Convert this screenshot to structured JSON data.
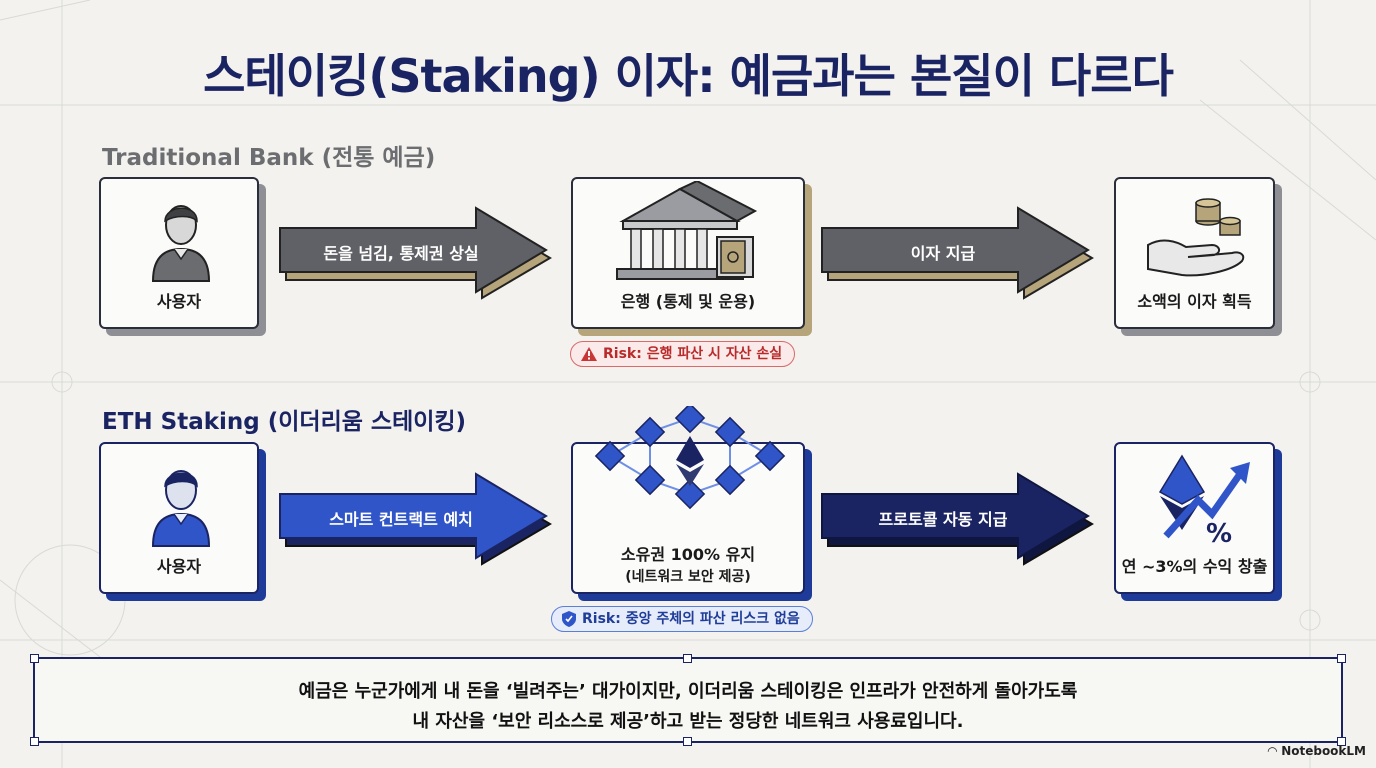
{
  "title": "스테이킹(Staking) 이자: 예금과는 본질이 다르다",
  "bank": {
    "heading": "Traditional Bank (전통 예금)",
    "user_label": "사용자",
    "arrow1_label": "돈을 넘김, 통제권 상실",
    "bank_label": "은행 (통제 및 운용)",
    "arrow2_label": "이자 지급",
    "result_label": "소액의 이자 획득",
    "risk_label": "Risk: 은행 파산 시 자산 손실"
  },
  "eth": {
    "heading": "ETH Staking (이더리움 스테이킹)",
    "user_label": "사용자",
    "arrow1_label": "스마트 컨트랙트 예치",
    "center_line1": "소유권 100% 유지",
    "center_line2": "(네트워크 보안 제공)",
    "arrow2_label": "프로토콜 자동 지급",
    "result_label": "연 ~3%의 수익 창출",
    "risk_label": "Risk: 중앙 주체의 파산 리스크 없음"
  },
  "summary": {
    "line1": "예금은 누군가에게 내 돈을 ‘빌려주는’ 대가이지만, 이더리움 스테이킹은 인프라가 안전하게 돌아가도록",
    "line2": "내 자산을 ‘보안 리소스로 제공’하고 받는 정당한 네트워크 사용료입니다."
  },
  "footer": "NotebookLM",
  "colors": {
    "navy": "#1b2463",
    "eth_blue": "#2f55c8",
    "bank_gray": "#5f6166",
    "risk_red": "#c93636"
  }
}
